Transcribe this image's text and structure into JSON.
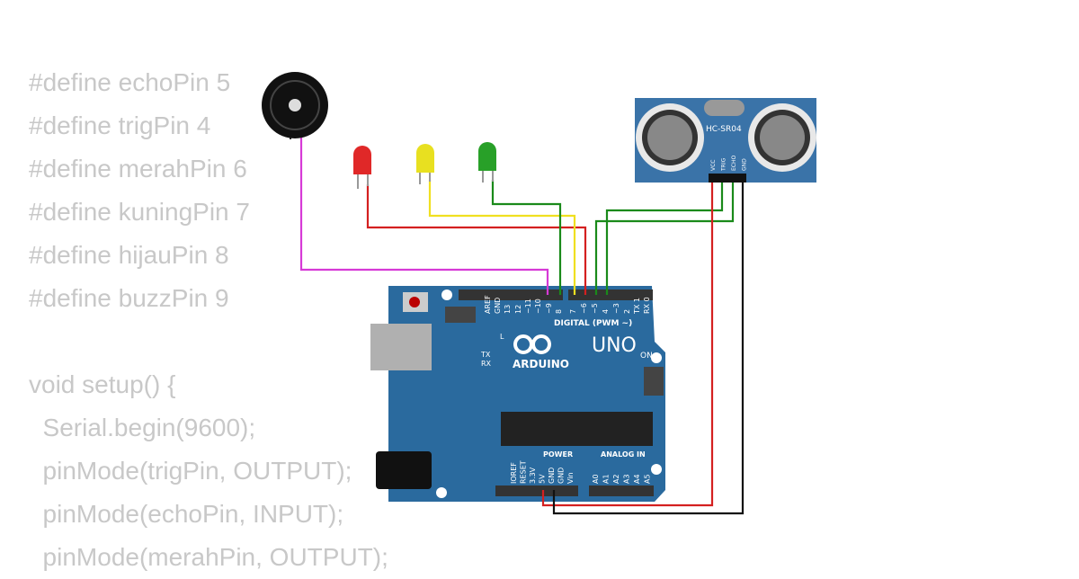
{
  "code_lines": [
    "#define echoPin 5",
    "#define trigPin 4",
    "#define merahPin 6",
    "#define kuningPin 7",
    "#define hijauPin 8",
    "#define buzzPin 9",
    "",
    "void setup() {",
    "  Serial.begin(9600);",
    "  pinMode(trigPin, OUTPUT);",
    "  pinMode(echoPin, INPUT);",
    "  pinMode(merahPin, OUTPUT);"
  ],
  "sensor": {
    "name": "HC-SR04",
    "pins": [
      "VCC",
      "TRIG",
      "ECHO",
      "GND"
    ]
  },
  "arduino": {
    "brand": "ARDUINO",
    "model": "UNO",
    "digital_label": "DIGITAL (PWM ~)",
    "power_label": "POWER",
    "analog_label": "ANALOG IN",
    "on_label": "ON",
    "l_label": "L",
    "tx_label": "TX",
    "rx_label": "RX",
    "digital_pins": [
      "AREF",
      "GND",
      "13",
      "12",
      "~11",
      "~10",
      "~9",
      "8",
      "7",
      "~6",
      "~5",
      "4",
      "~3",
      "2",
      "TX 1",
      "RX 0"
    ],
    "power_pins": [
      "IOREF",
      "RESET",
      "3.3V",
      "5V",
      "GND",
      "GND",
      "Vin"
    ],
    "analog_pins": [
      "A0",
      "A1",
      "A2",
      "A3",
      "A4",
      "A5"
    ]
  },
  "colors": {
    "board": "#2a6a9e",
    "code": "#c8c8c8",
    "wire_magenta": "#d63ad6",
    "wire_red": "#d42020",
    "wire_yellow": "#f0e020",
    "wire_green": "#1a8a1a",
    "wire_black": "#111111"
  }
}
